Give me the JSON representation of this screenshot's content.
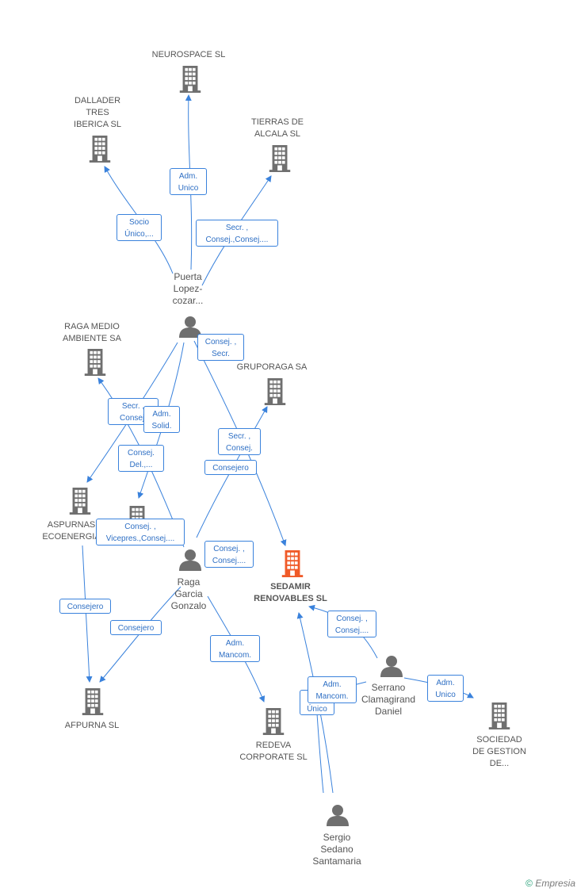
{
  "colors": {
    "edge": "#3a82dc",
    "building": "#6f6f6f",
    "building_highlight": "#f05a28",
    "person": "#6f6f6f"
  },
  "nodes": {
    "neurospace": "NEUROSPACE SL",
    "dallader": "DALLADER\nTRES\nIBERICA SL",
    "tierras": "TIERRAS DE\nALCALA SL",
    "puerta": "Puerta\nLopez-\ncozar...",
    "raga_medio": "RAGA MEDIO\nAMBIENTE SA",
    "gruporaga": "GRUPORAGA SA",
    "aspurnas": "ASPURNAS\nECOENERGIA",
    "raga_garcia": "Raga\nGarcia\nGonzalo",
    "sedamir": "SEDAMIR\nRENOVABLES SL",
    "serrano": "Serrano\nClamagirand\nDaniel",
    "afpurna": "AFPURNA SL",
    "redeva": "REDEVA\nCORPORATE SL",
    "sociedad": "SOCIEDAD\nDE GESTION\nDE...",
    "sergio": "Sergio\nSedano\nSantamaria"
  },
  "edges": {
    "adm_unico_top": "Adm.\nUnico",
    "socio_unico": "Socio\nÚnico,...",
    "secr_consej_tierras": "Secr. ,\nConsej.,Consej....",
    "consej_secr": "Consej. ,\nSecr.",
    "secr_consej_left": "Secr. ,\nConsej.",
    "adm_solid": "Adm.\nSolid.",
    "consej_del": "Consej.\nDel.,...",
    "secr_consej_gruporaga": "Secr. ,\nConsej.",
    "consejero_mid": "Consejero",
    "consej_vicepres": "Consej. ,\nVicepres.,Consej....",
    "consej_consej_raga": "Consej. ,\nConsej....",
    "consej_consej_sedamir": "Consej. ,\nConsej....",
    "consejero_aspurnas": "Consejero",
    "consejero_raga_afpurna": "Consejero",
    "adm_mancom_redeva": "Adm.\nMancom.",
    "adm_mancom_sergio": "Adm.\nMancom.",
    "unico_sergio": "Único",
    "adm_unico_serrano": "Adm.\nUnico"
  },
  "brand": {
    "symbol": "©",
    "name": "Empresia"
  }
}
